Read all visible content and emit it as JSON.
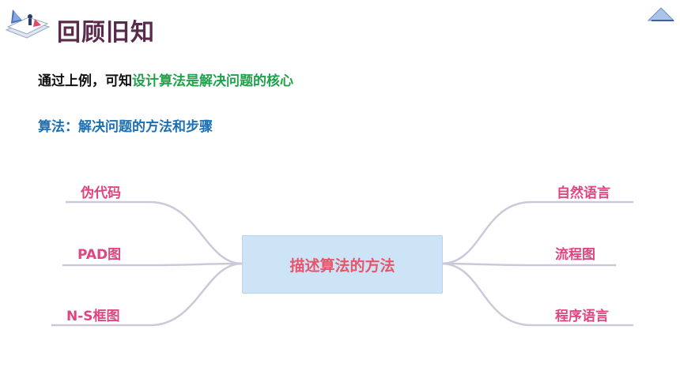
{
  "header": {
    "title": "回顾旧知"
  },
  "intro": {
    "prefix": "通过上例，可知",
    "highlight": "设计算法是解决问题的核心"
  },
  "definition": "算法：解决问题的方法和步骤",
  "mindmap": {
    "center": "描述算法的方法",
    "left": [
      "伪代码",
      "PAD图",
      "N-S框图"
    ],
    "right": [
      "自然语言",
      "流程图",
      "程序语言"
    ]
  },
  "colors": {
    "title": "#5a2a4a",
    "highlight": "#1fa24a",
    "definition": "#1b6fb5",
    "branch_text": "#e0457e",
    "center_text": "#e8556b",
    "center_fill": "#cde3f6",
    "connector": "#c9c9da"
  }
}
